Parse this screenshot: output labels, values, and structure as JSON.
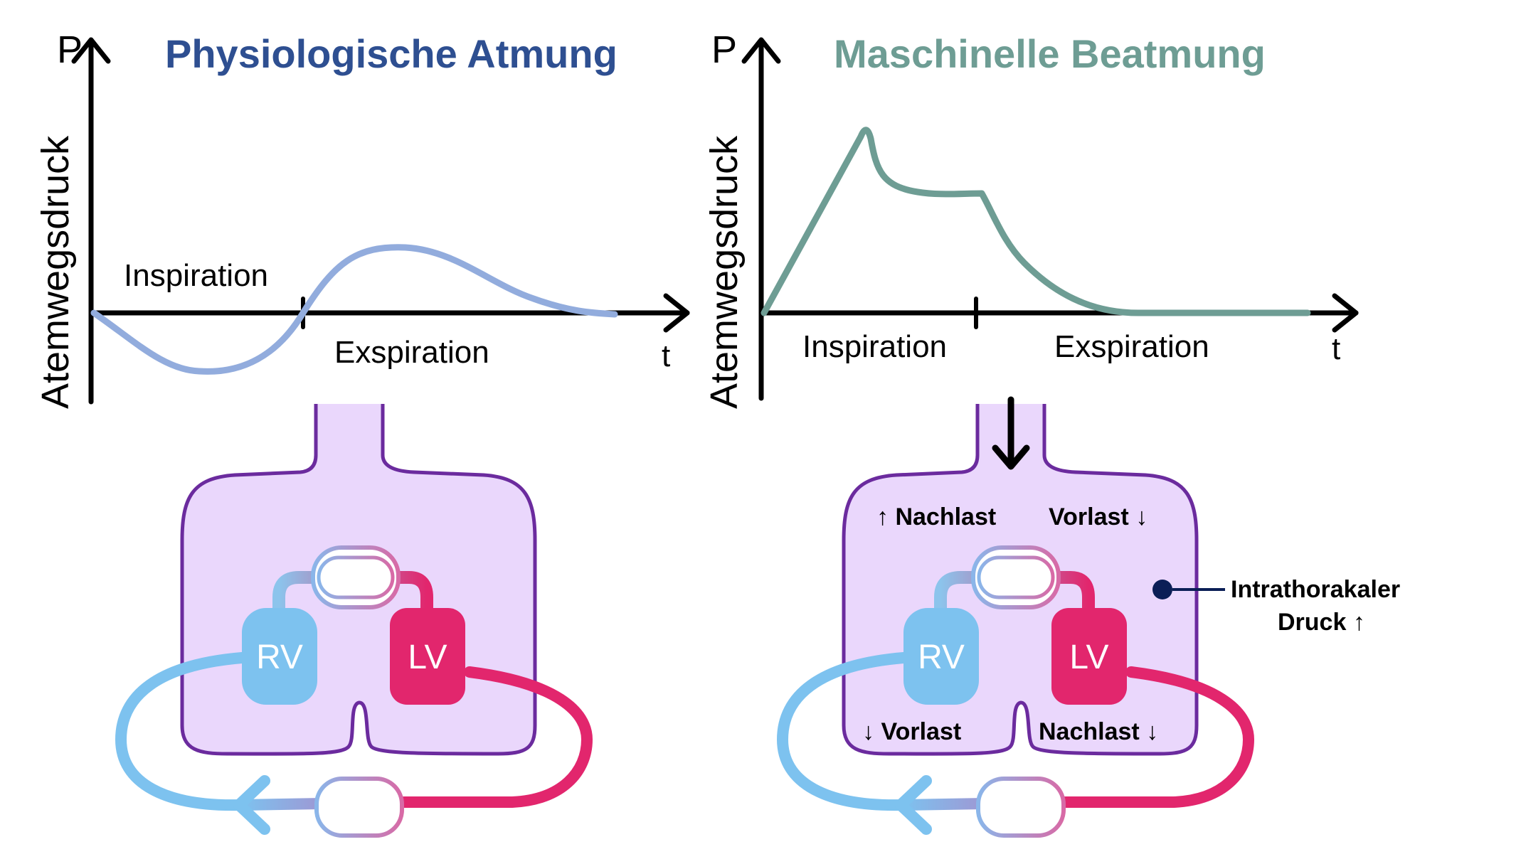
{
  "colors": {
    "left_title": "#2e4f91",
    "right_title": "#6e9d94",
    "physio_curve": "#92acdd",
    "machine_curve": "#6e9d94",
    "thorax_fill": "#ead7fc",
    "thorax_stroke": "#6b2b9e",
    "rv": "#7dc2ef",
    "lv": "#e2266d",
    "dot": "#0b1e56"
  },
  "left": {
    "title": "Physiologische Atmung",
    "y_axis_label": "Atemwegsdruck",
    "y_axis_symbol": "P",
    "x_axis_symbol": "t",
    "phase_inspiration": "Inspiration",
    "phase_expiration": "Exspiration",
    "rv_label": "RV",
    "lv_label": "LV"
  },
  "right": {
    "title": "Maschinelle Beatmung",
    "y_axis_label": "Atemwegsdruck",
    "y_axis_symbol": "P",
    "x_axis_symbol": "t",
    "phase_inspiration": "Inspiration",
    "phase_expiration": "Exspiration",
    "rv_label": "RV",
    "lv_label": "LV",
    "label_top_left": "↑ Nachlast",
    "label_top_right": "Vorlast ↓",
    "label_bottom_left": "↓ Vorlast",
    "label_bottom_right": "Nachlast ↓",
    "callout_line1": "Intrathorakaler",
    "callout_line2": "Druck ↑"
  }
}
